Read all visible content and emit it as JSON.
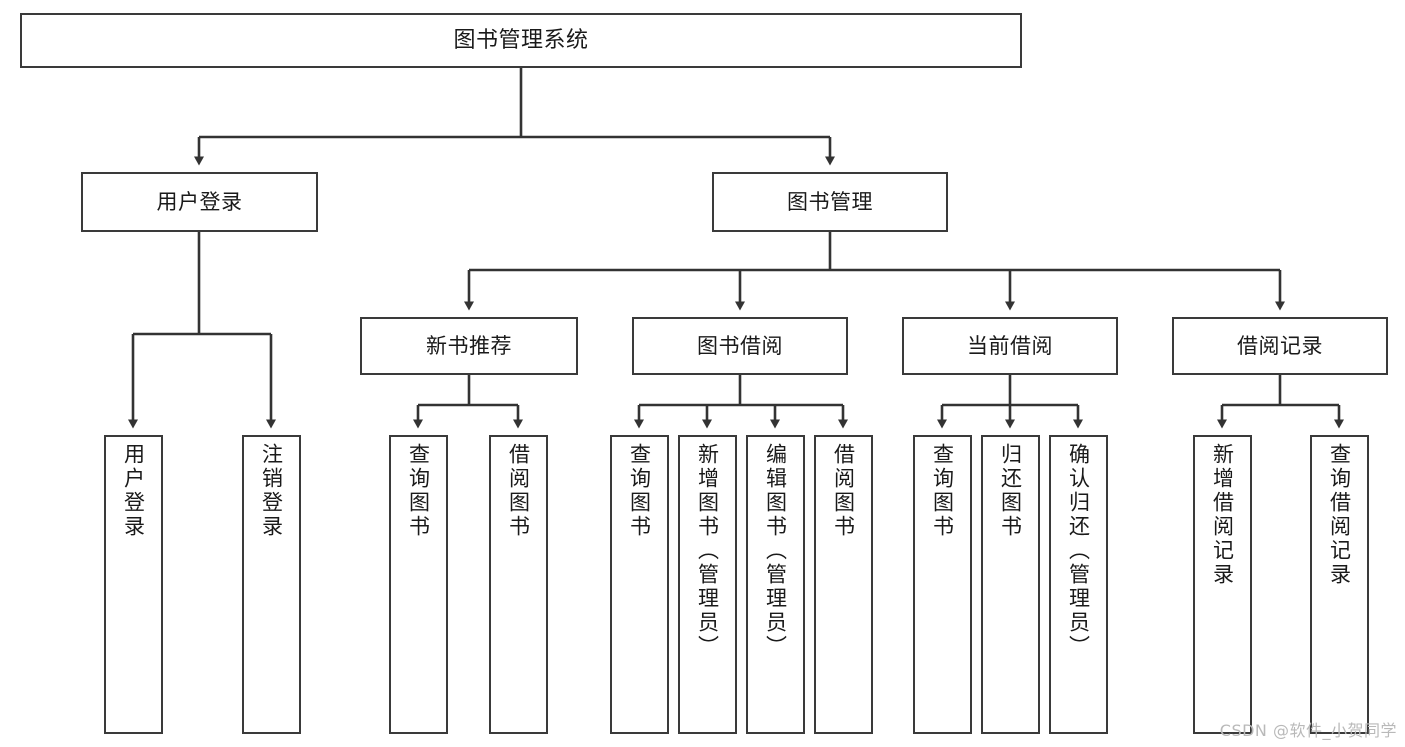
{
  "diagram": {
    "type": "tree",
    "title": "图书管理系统",
    "orientation": "top-down",
    "colors": {
      "node_border": "#3a3a3a",
      "node_fill": "#ffffff",
      "edge": "#333333",
      "text": "#1a1a1a",
      "background": "#ffffff",
      "watermark": "#b9b9b9"
    },
    "watermark": "CSDN @软件_小贺同学"
  },
  "nodes": {
    "root": {
      "label": "图书管理系统"
    },
    "level2": [
      {
        "id": "user-login",
        "label": "用户登录"
      },
      {
        "id": "book-manage",
        "label": "图书管理"
      }
    ],
    "level3": [
      {
        "id": "new-book-recommend",
        "label": "新书推荐"
      },
      {
        "id": "book-borrow",
        "label": "图书借阅"
      },
      {
        "id": "current-borrow",
        "label": "当前借阅"
      },
      {
        "id": "borrow-record",
        "label": "借阅记录"
      }
    ],
    "leaves": {
      "user_login": [
        {
          "id": "leaf-user-login",
          "label": "用户登录"
        },
        {
          "id": "leaf-logout-login",
          "label": "注销登录"
        }
      ],
      "new_book_recommend": [
        {
          "id": "leaf-query-book-1",
          "label": "查询图书"
        },
        {
          "id": "leaf-borrow-book-1",
          "label": "借阅图书"
        }
      ],
      "book_borrow": [
        {
          "id": "leaf-query-book-2",
          "label": "查询图书"
        },
        {
          "id": "leaf-add-book",
          "label": "新增图书（管理员）"
        },
        {
          "id": "leaf-edit-book",
          "label": "编辑图书（管理员）"
        },
        {
          "id": "leaf-borrow-book-2",
          "label": "借阅图书"
        }
      ],
      "current_borrow": [
        {
          "id": "leaf-query-book-3",
          "label": "查询图书"
        },
        {
          "id": "leaf-return-book",
          "label": "归还图书"
        },
        {
          "id": "leaf-confirm-return",
          "label": "确认归还（管理员）"
        }
      ],
      "borrow_record": [
        {
          "id": "leaf-add-record",
          "label": "新增借阅记录"
        },
        {
          "id": "leaf-query-record",
          "label": "查询借阅记录"
        }
      ]
    }
  },
  "edges": [
    {
      "from": "图书管理系统",
      "to": "用户登录"
    },
    {
      "from": "图书管理系统",
      "to": "图书管理"
    },
    {
      "from": "图书管理",
      "to": "新书推荐"
    },
    {
      "from": "图书管理",
      "to": "图书借阅"
    },
    {
      "from": "图书管理",
      "to": "当前借阅"
    },
    {
      "from": "图书管理",
      "to": "借阅记录"
    },
    {
      "from": "用户登录",
      "to": "用户登录"
    },
    {
      "from": "用户登录",
      "to": "注销登录"
    },
    {
      "from": "新书推荐",
      "to": "查询图书"
    },
    {
      "from": "新书推荐",
      "to": "借阅图书"
    },
    {
      "from": "图书借阅",
      "to": "查询图书"
    },
    {
      "from": "图书借阅",
      "to": "新增图书（管理员）"
    },
    {
      "from": "图书借阅",
      "to": "编辑图书（管理员）"
    },
    {
      "from": "图书借阅",
      "to": "借阅图书"
    },
    {
      "from": "当前借阅",
      "to": "查询图书"
    },
    {
      "from": "当前借阅",
      "to": "归还图书"
    },
    {
      "from": "当前借阅",
      "to": "确认归还（管理员）"
    },
    {
      "from": "借阅记录",
      "to": "新增借阅记录"
    },
    {
      "from": "借阅记录",
      "to": "查询借阅记录"
    }
  ]
}
